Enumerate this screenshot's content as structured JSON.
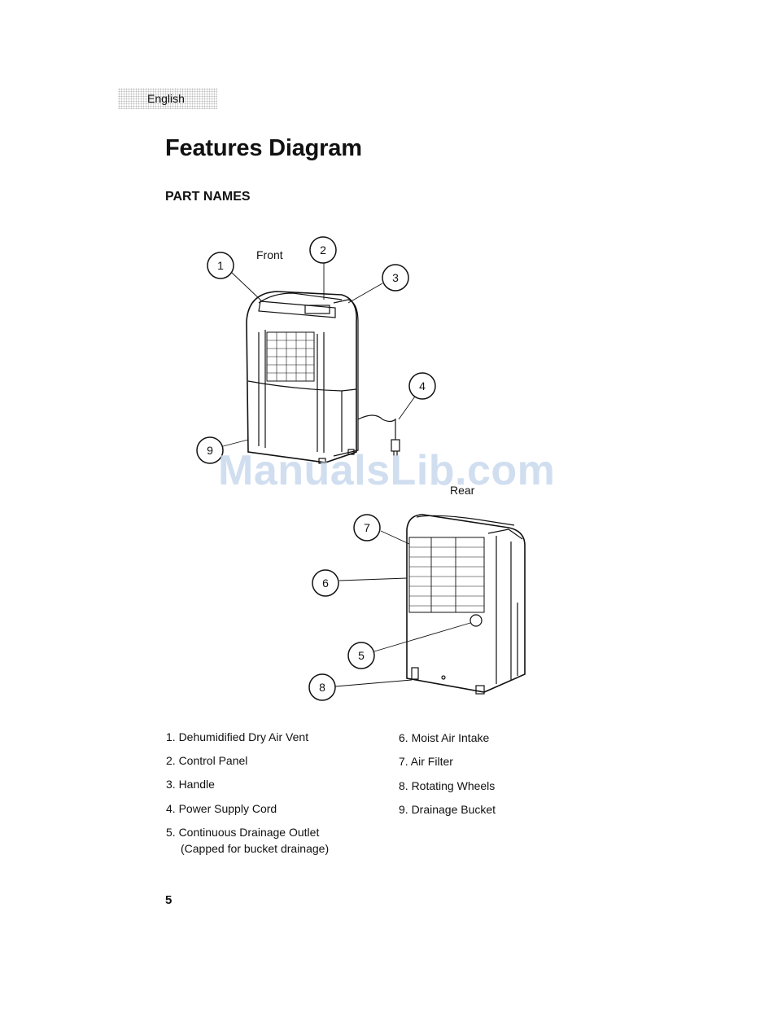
{
  "header": {
    "language_tab": "English",
    "title": "Features Diagram",
    "section": "PART NAMES"
  },
  "diagram": {
    "front_label": "Front",
    "rear_label": "Rear",
    "callouts": [
      "1",
      "2",
      "3",
      "4",
      "5",
      "6",
      "7",
      "8",
      "9"
    ]
  },
  "watermark": "ManualsLib.com",
  "parts": [
    "1. Dehumidified Dry Air Vent",
    "2. Control Panel",
    "3. Handle",
    "4. Power Supply Cord",
    "5. Continuous Drainage Outlet",
    "(Capped for bucket drainage)",
    "6. Moist Air Intake",
    "7. Air Filter",
    "8. Rotating Wheels",
    "9. Drainage Bucket"
  ],
  "footer": {
    "page_number": "5"
  }
}
